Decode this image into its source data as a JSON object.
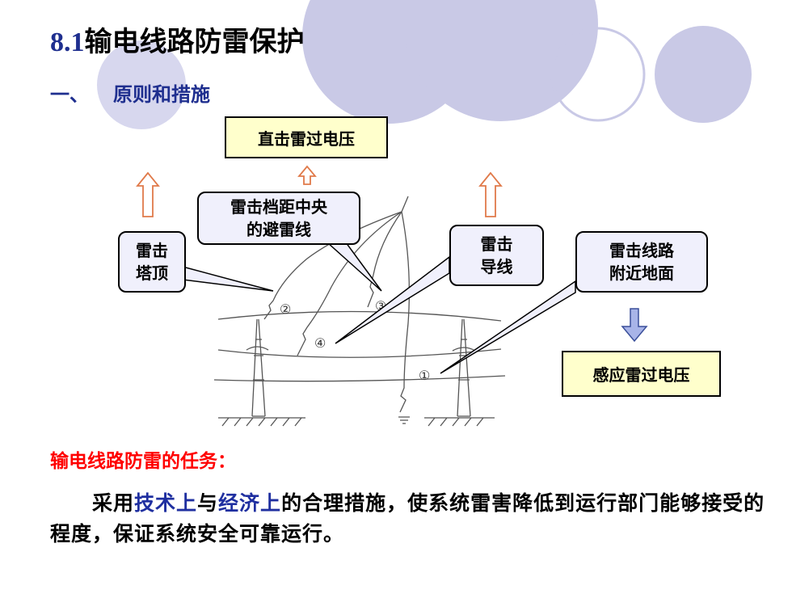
{
  "title": {
    "number": "8.1",
    "text": "输电线路防雷保护"
  },
  "subtitle": {
    "marker": "一、",
    "text": "原则和措施"
  },
  "boxes": {
    "direct_overvoltage": "直击雷过电压",
    "induced_overvoltage": "感应雷过电压"
  },
  "callouts": {
    "tower_top": {
      "line1": "雷击",
      "line2": "塔顶"
    },
    "span_center": {
      "line1": "雷击档距中央",
      "line2": "的避雷线"
    },
    "conductor": {
      "line1": "雷击",
      "line2": "导线"
    },
    "near_ground": {
      "line1": "雷击线路",
      "line2": "附近地面"
    }
  },
  "diagram_labels": {
    "n1": "①",
    "n2": "②",
    "n3": "③",
    "n4": "④"
  },
  "task_heading": "输电线路防雷的任务：",
  "paragraph": {
    "part1": "采用",
    "hl1": "技术上",
    "part2": "与",
    "hl2": "经济上",
    "part3": "的合理措施，使系统雷害降低到运行部门能够接受的程度，保证系统安全可靠运行。"
  },
  "colors": {
    "title_number": "#1f2f8f",
    "subtitle": "#1f2f8f",
    "task": "#ff0000",
    "highlight": "#1f2fa0",
    "yellow_box": "#ffffcc",
    "callout_fill": "#f0f0fc",
    "deco_circle": "#c9c9e6",
    "arrow_orange": "#e07a4a",
    "arrow_blue": "#a8b4e8"
  }
}
